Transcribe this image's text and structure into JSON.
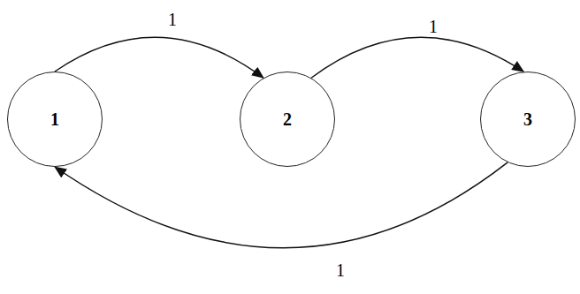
{
  "diagram": {
    "nodes": [
      {
        "text": [
          "1"
        ]
      },
      {
        "text": [
          "2"
        ]
      },
      {
        "text": [
          "3"
        ]
      }
    ],
    "edges": [
      {
        "from": 0,
        "to": 1,
        "label": "1",
        "arrow": "to"
      },
      {
        "from": 1,
        "to": 2,
        "label": "1",
        "arrow": "to"
      },
      {
        "from": 2,
        "to": 0,
        "label": "1",
        "arrow": "to"
      }
    ]
  }
}
